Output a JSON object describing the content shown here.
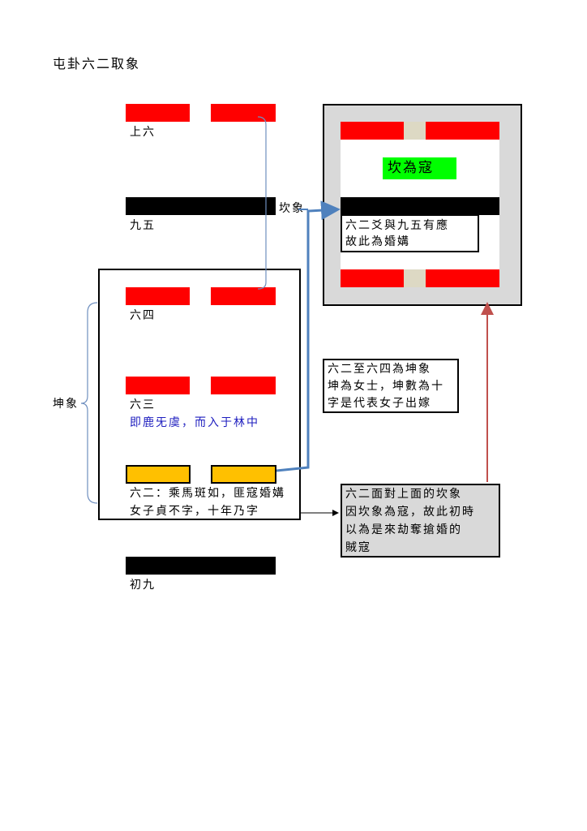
{
  "title": "屯卦六二取象",
  "lines": {
    "shang_liu": "上六",
    "jiu_wu": "九五",
    "liu_si": "六四",
    "liu_san": "六三",
    "liu_san_text": "即鹿旡虞，而入于林中",
    "liu_er_line1": "六二：乘馬斑如，匪寇婚媾",
    "liu_er_line2": "女子貞不字，十年乃字",
    "chu_jiu": "初九"
  },
  "labels": {
    "kan_xiang": "坎象",
    "kun_xiang": "坤象"
  },
  "kan_box": {
    "green_label": "坎為寇",
    "note_line1": "六二爻與九五有應",
    "note_line2": "故此為婚媾"
  },
  "kun_note": {
    "line1": "六二至六四為坤象",
    "line2": "坤為女士，坤數為十",
    "line3": "字是代表女子出嫁"
  },
  "gray_note": {
    "line1": "六二面對上面的坎象",
    "line2": "因坎象為寇，故此初時",
    "line3": "以為是來劫奪搶婚的",
    "line4": "賊寇"
  },
  "colors": {
    "yin": "#ff0000",
    "yang": "#000000",
    "focus": "#ffc000",
    "green": "#00ff00",
    "gray": "#d9d9d9",
    "blue_link": "#4f81bd",
    "red_link": "#c0504d"
  }
}
